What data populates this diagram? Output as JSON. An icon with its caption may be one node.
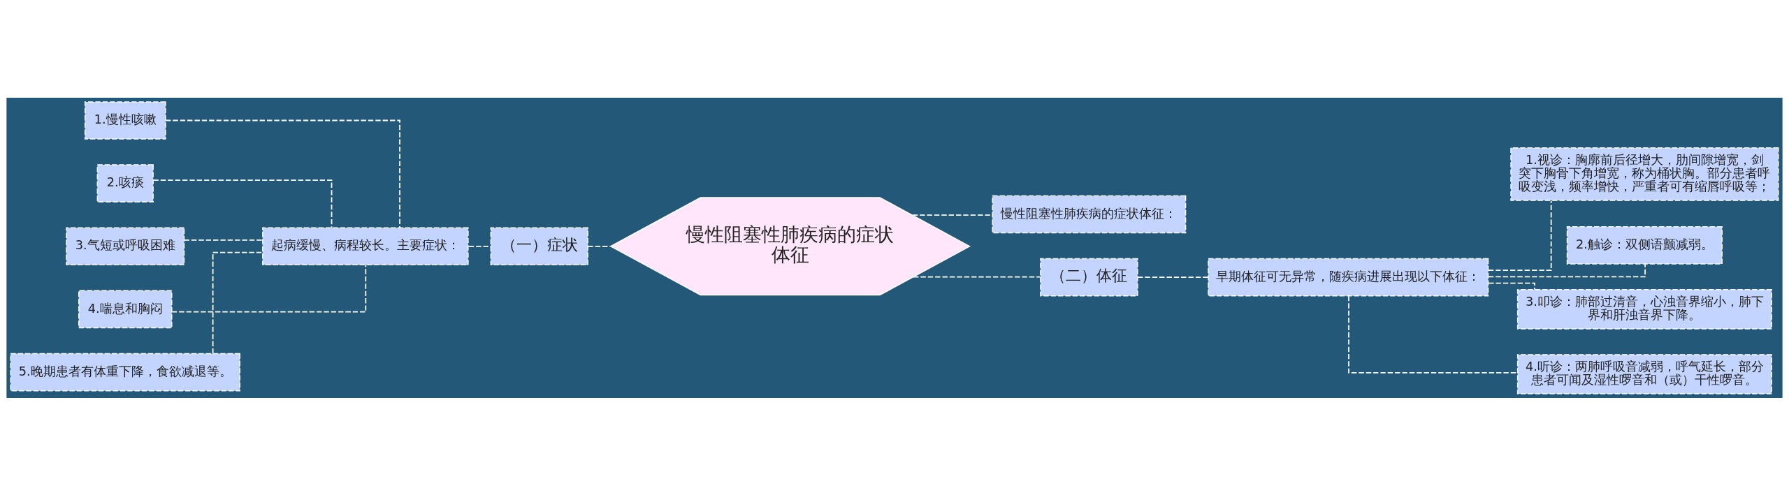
{
  "diagram": {
    "nodes": [
      {
        "text": [
          "慢性阻塞性肺疾病的症状体征"
        ]
      },
      {
        "text": [
          "（一）症状"
        ]
      },
      {
        "text": [
          "起病缓慢、病程较长。主要症状："
        ]
      },
      {
        "text": [
          "1.慢性咳嗽"
        ]
      },
      {
        "text": [
          "2.咳痰"
        ]
      },
      {
        "text": [
          "3.气短或呼吸困难"
        ]
      },
      {
        "text": [
          "4.喘息和胸闷"
        ]
      },
      {
        "text": [
          "5.晚期患者有体重下降，食欲减退等。"
        ]
      },
      {
        "text": [
          "慢性阻塞性肺疾病的症状体征："
        ]
      },
      {
        "text": [
          "（二）体征"
        ]
      },
      {
        "text": [
          "早期体征可无异常，随疾病进展出现以下体征："
        ]
      },
      {
        "text": [
          "1.视诊：胸廓前后径增大，肋间隙增宽，剑突下胸骨下角增宽，称为桶状胸。部分患者呼吸变浅，频率增快，严重者可有缩唇呼吸等；"
        ]
      },
      {
        "text": [
          "2.触诊：双侧语颤减弱。"
        ]
      },
      {
        "text": [
          "3.叩诊：肺部过清音，心浊音界缩小，肺下界和肝浊音界下降。"
        ]
      },
      {
        "text": [
          "4.听诊：两肺呼吸音减弱，呼气延长，部分患者可闻及湿性啰音和（或）干性啰音。"
        ]
      }
    ],
    "edges": [
      {
        "from": 3,
        "to": 2,
        "arrow": "none",
        "style": "dashed"
      },
      {
        "from": 4,
        "to": 2,
        "arrow": "none",
        "style": "dashed"
      },
      {
        "from": 5,
        "to": 2,
        "arrow": "none",
        "style": "dashed"
      },
      {
        "from": 6,
        "to": 2,
        "arrow": "none",
        "style": "dashed"
      },
      {
        "from": 7,
        "to": 2,
        "arrow": "none",
        "style": "dashed"
      },
      {
        "from": 2,
        "to": 1,
        "arrow": "none",
        "style": "dashed"
      },
      {
        "from": 1,
        "to": 0,
        "arrow": "none",
        "style": "dashed"
      },
      {
        "from": 0,
        "to": 8,
        "arrow": "none",
        "style": "dashed"
      },
      {
        "from": 0,
        "to": 9,
        "arrow": "none",
        "style": "dashed"
      },
      {
        "from": 9,
        "to": 10,
        "arrow": "none",
        "style": "dashed"
      },
      {
        "from": 10,
        "to": 11,
        "arrow": "none",
        "style": "dashed"
      },
      {
        "from": 10,
        "to": 12,
        "arrow": "none",
        "style": "dashed"
      },
      {
        "from": 10,
        "to": 13,
        "arrow": "none",
        "style": "dashed"
      },
      {
        "from": 10,
        "to": 14,
        "arrow": "none",
        "style": "dashed"
      }
    ]
  }
}
